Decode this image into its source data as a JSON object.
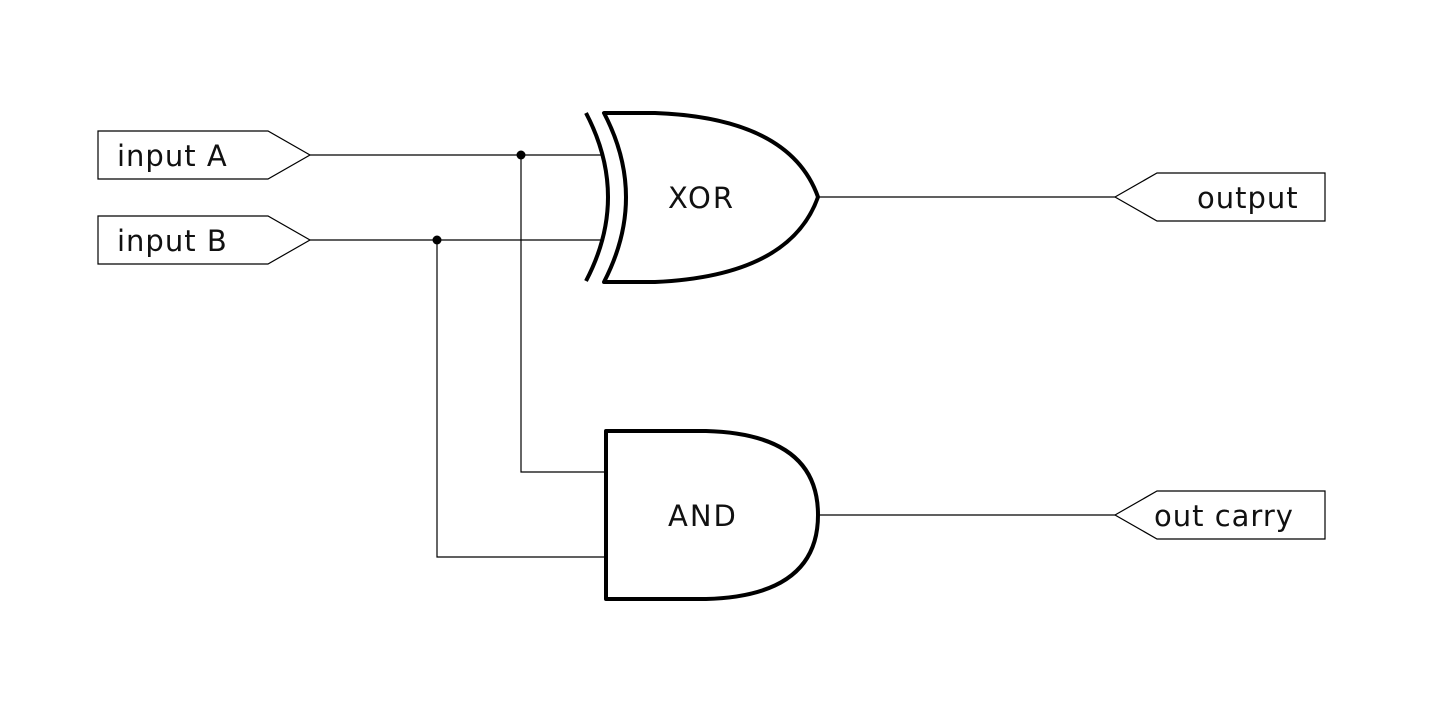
{
  "circuit": {
    "inputs": {
      "a": "input A",
      "b": "input B"
    },
    "gates": {
      "xor": "XOR",
      "and": "AND"
    },
    "outputs": {
      "sum": "output",
      "carry": "out carry"
    }
  },
  "colors": {
    "line": "#000000",
    "background": "#ffffff"
  }
}
